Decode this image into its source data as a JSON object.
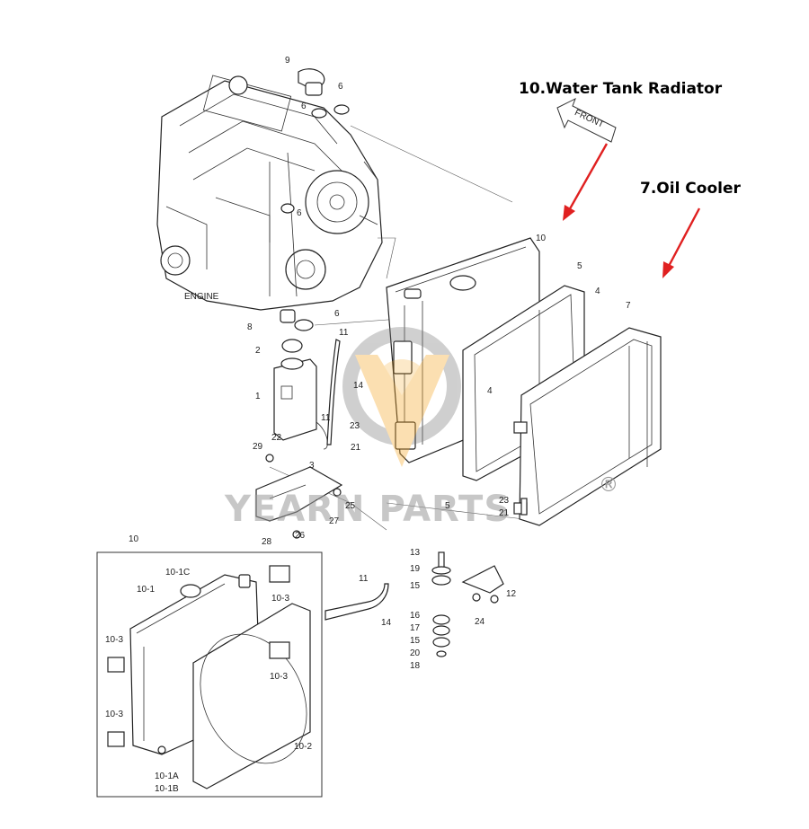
{
  "callouts": {
    "water_tank_radiator": "10.Water Tank Radiator",
    "oil_cooler": "7.Oil Cooler"
  },
  "labels": {
    "front": "FRONT",
    "engine": "ENGINE"
  },
  "part_numbers": {
    "p1": "1",
    "p2": "2",
    "p3": "3",
    "p4a": "4",
    "p4b": "4",
    "p5a": "5",
    "p5b": "5",
    "p6a": "6",
    "p6b": "6",
    "p6c": "6",
    "p6d": "6",
    "p7": "7",
    "p8": "8",
    "p9": "9",
    "p10a": "10",
    "p10b": "10",
    "p11a": "11",
    "p11b": "11",
    "p11c": "11",
    "p12": "12",
    "p13": "13",
    "p14a": "14",
    "p14b": "14",
    "p15a": "15",
    "p15b": "15",
    "p16": "16",
    "p17": "17",
    "p18": "18",
    "p19": "19",
    "p20": "20",
    "p21a": "21",
    "p21b": "21",
    "p22": "22",
    "p23a": "23",
    "p23b": "23",
    "p24": "24",
    "p25": "25",
    "p26": "26",
    "p27": "27",
    "p28": "28",
    "p29": "29",
    "p10_1": "10-1",
    "p10_1c": "10-1C",
    "p10_3a": "10-3",
    "p10_3b": "10-3",
    "p10_3c": "10-3",
    "p10_3d": "10-3",
    "p10_2": "10-2",
    "p10_1a": "10-1A",
    "p10_1b": "10-1B"
  },
  "watermark": {
    "text": "YEARN PARTS",
    "registered": "®",
    "color": "#f5a623"
  },
  "colors": {
    "arrow": "#e02020",
    "line": "#222222"
  }
}
